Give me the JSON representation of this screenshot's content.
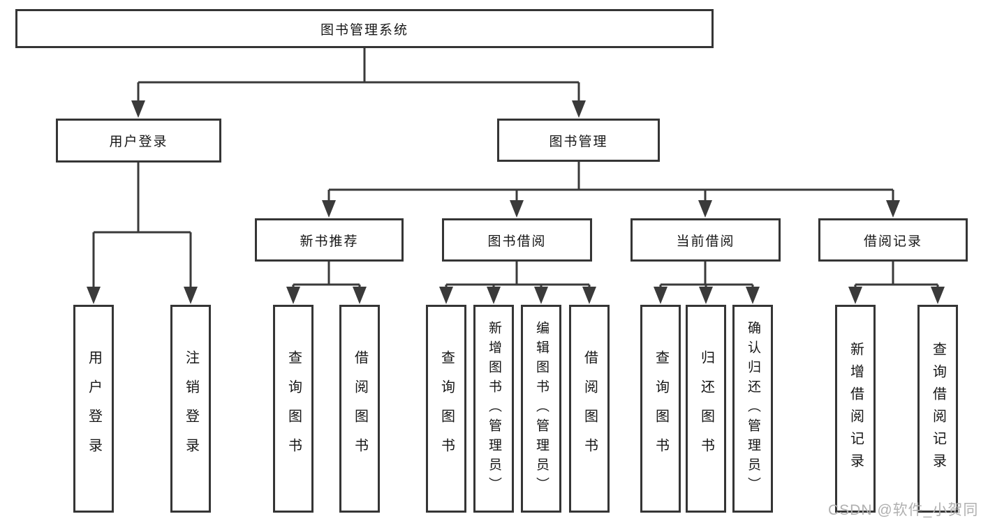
{
  "colors": {
    "line": "#3a3a3a",
    "box_border": "#353535",
    "text": "#161616",
    "watermark": "#b0b0b0",
    "background": "#ffffff"
  },
  "watermark": {
    "text": "CSDN @软件_小贺同学"
  },
  "tree": {
    "root": {
      "label": "图书管理系统"
    },
    "branches": [
      {
        "label": "用户登录",
        "leaves": [
          {
            "label": "用户登录"
          },
          {
            "label": "注销登录"
          }
        ]
      },
      {
        "label": "图书管理",
        "groups": [
          {
            "label": "新书推荐",
            "leaves": [
              {
                "label": "查询图书"
              },
              {
                "label": "借阅图书"
              }
            ]
          },
          {
            "label": "图书借阅",
            "leaves": [
              {
                "label": "查询图书"
              },
              {
                "label": "新增图书（管理员）"
              },
              {
                "label": "编辑图书（管理员）"
              },
              {
                "label": "借阅图书"
              }
            ]
          },
          {
            "label": "当前借阅",
            "leaves": [
              {
                "label": "查询图书"
              },
              {
                "label": "归还图书"
              },
              {
                "label": "确认归还（管理员）"
              }
            ]
          },
          {
            "label": "借阅记录",
            "leaves": [
              {
                "label": "新增借阅记录"
              },
              {
                "label": "查询借阅记录"
              }
            ]
          }
        ]
      }
    ]
  }
}
